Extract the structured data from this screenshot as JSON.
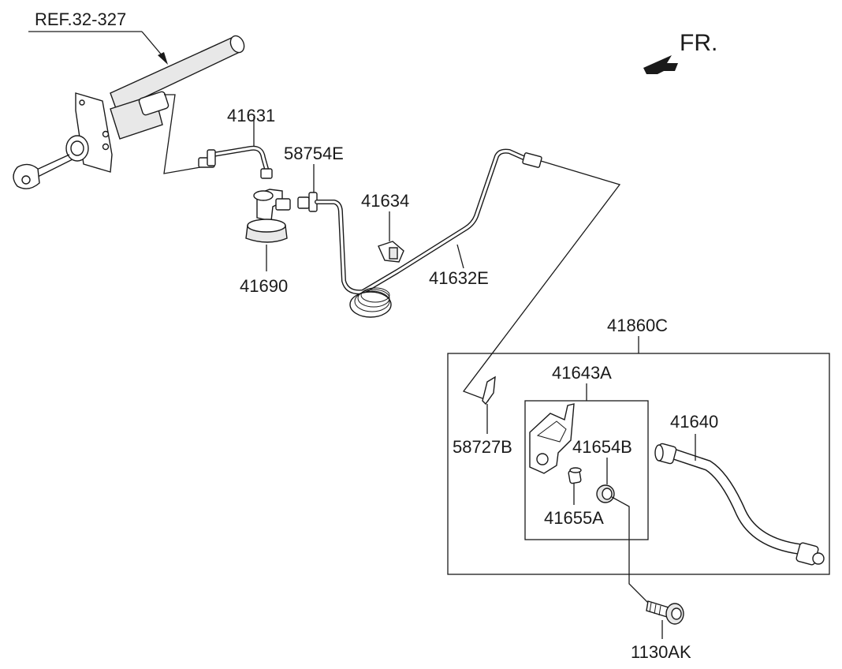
{
  "diagram": {
    "ref_label": "REF.32-327",
    "front_label": "FR.",
    "parts": {
      "p41631": "41631",
      "p58754E": "58754E",
      "p41634": "41634",
      "p41690": "41690",
      "p41632E": "41632E",
      "p41860C": "41860C",
      "p41643A": "41643A",
      "p41640": "41640",
      "p58727B": "58727B",
      "p41654B": "41654B",
      "p41655A": "41655A",
      "p1130AK": "1130AK"
    }
  }
}
